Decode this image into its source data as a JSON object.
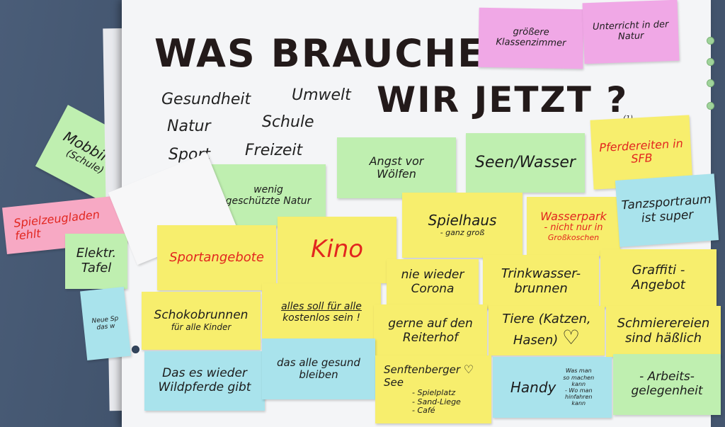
{
  "title_line1": "WAS BRAUCHEN",
  "title_line2": "WIR JETZT ?",
  "title_superscript": "(1)",
  "topics": {
    "row1a": "Gesundheit",
    "row1b": "Umwelt",
    "row2a": "Natur",
    "row2b": "Schule",
    "row3a": "Sport",
    "row3b": "Freizeit"
  },
  "notes": {
    "groessere": "größere",
    "klassenzimmer": "Klassenzimmer",
    "unterricht1": "Unterricht in der",
    "unterricht2": "Natur",
    "angst1": "Angst vor",
    "angst2": "Wölfen",
    "seen": "Seen/Wasser",
    "pferde1": "Pferdereiten in",
    "pferde2": "SFB",
    "wenig1": "wenig",
    "wenig2": "geschützte Natur",
    "spielhaus": "Spielhaus",
    "spielhaus_sub": "- ganz groß",
    "wasserpark": "Wasserpark",
    "wasserpark_sub1": "- nicht nur in",
    "wasserpark_sub2": "Großkoschen",
    "tanz1": "Tanzsportraum",
    "tanz2": "ist super",
    "sportangebote": "Sportangebote",
    "kino": "Kino",
    "corona1": "nie wieder",
    "corona2": "Corona",
    "trink1": "Trinkwasser-",
    "trink2": "brunnen",
    "graffiti1": "Graffiti -",
    "graffiti2": "Angebot",
    "schoko1": "Schokobrunnen",
    "schoko2": "für alle Kinder",
    "kostenlos1": "alles soll für alle",
    "kostenlos2": "kostenlos sein !",
    "reiterhof1": "gerne auf den",
    "reiterhof2": "Reiterhof",
    "tiere1": "Tiere (Katzen,",
    "tiere2": "Hasen)",
    "schmier1": "Schmierereien",
    "schmier2": "sind häßlich",
    "wildpferde1": "Das es wieder",
    "wildpferde2": "Wildpferde gibt",
    "gesund1": "das alle gesund",
    "gesund2": "bleiben",
    "senft1": "Senftenberger",
    "senft2": "See",
    "senft_list1": "- Spielplatz",
    "senft_list2": "- Sand-Liege",
    "senft_list3": "- Café",
    "handy": "Handy",
    "handy_note1": "Was man",
    "handy_note2": "so machen",
    "handy_note3": "kann",
    "handy_note4": "- Wo man",
    "handy_note5": "hinfahren",
    "handy_note6": "kann",
    "arbeit1": "- Arbeits-",
    "arbeit2": "gelegenheit",
    "mobbing1": "Mobbing",
    "mobbing2": "(Schule)",
    "spielzeug1": "Spielzeugladen",
    "spielzeug2": "fehlt",
    "elektro1": "Elektr.",
    "elektro2": "Tafel",
    "blue_side1": "Neue Sp",
    "blue_side2": "das w"
  },
  "colors": {
    "yellow": "#f7ee6d",
    "green": "#bfefb0",
    "blue": "#a9e3ec",
    "purple": "#f0a8e6",
    "pink": "#f7a9c4",
    "red_text": "#e2261f"
  }
}
